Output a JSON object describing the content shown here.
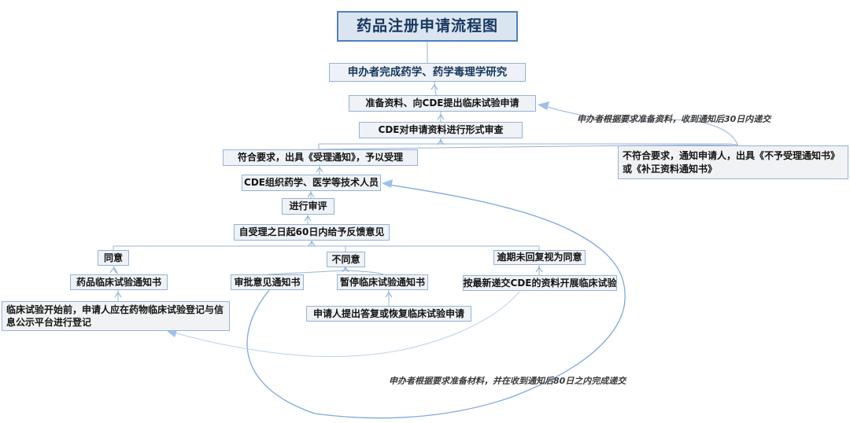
{
  "diagram": {
    "title": "药品注册申请流程图",
    "nodes": [
      {
        "id": "title",
        "label": "药品注册申请流程图"
      },
      {
        "id": "sponsor-research",
        "label": "申办者完成药学、药学毒理学研究"
      },
      {
        "id": "prepare-apply",
        "label": "准备资料、向CDE提出临床试验申请"
      },
      {
        "id": "formal-review",
        "label": "CDE对申请资料进行形式审查"
      },
      {
        "id": "accept",
        "label": "符合要求，出具《受理通知》，予以受理"
      },
      {
        "id": "cde-staff",
        "label": "CDE组织药学、医学等技术人员"
      },
      {
        "id": "conduct-review",
        "label": "进行审评"
      },
      {
        "id": "feedback-60",
        "label": "自受理之日起60日内给予反馈意见"
      },
      {
        "id": "agree",
        "label": "同意"
      },
      {
        "id": "disagree",
        "label": "不同意"
      },
      {
        "id": "overdue-agree",
        "label": "逾期未回复视为同意"
      },
      {
        "id": "trial-notice",
        "label": "药品临床试验通知书"
      },
      {
        "id": "opinion-notice",
        "label": "审批意见通知书"
      },
      {
        "id": "suspend-notice",
        "label": "暂停临床试验通知书"
      },
      {
        "id": "latest-materials",
        "label": "按最新递交CDE的资料开展临床试验"
      },
      {
        "id": "register-platform",
        "label": "临床试验开始前，申请人应在药物临床试验登记与信息公示平台进行登记"
      },
      {
        "id": "reply-resume",
        "label": "申请人提出答复或恢复临床试验申请"
      },
      {
        "id": "not-accepted",
        "label": "不符合要求，通知申请人，出具《不予受理通知书》或《补正资料通知书》"
      }
    ],
    "annotations": [
      {
        "id": "resubmit-30days",
        "label": "申办者根据要求准备资料，收到通知后30日内递交"
      },
      {
        "id": "resubmit-80days",
        "label": "申办者根据要求准备材料，并在收到通知后80日之内完成递交"
      }
    ],
    "colors": {
      "node_border": "#95b3d7",
      "title_border": "#4f81bd",
      "node_fill": "#eff2f6",
      "title_fill": "#dbe5f1",
      "title_text": "#17375e",
      "node_text": "#141414",
      "connector": "#95b3d7",
      "loop_connector": "#7da7e0",
      "annotation_text": "#3a3a3a"
    }
  }
}
